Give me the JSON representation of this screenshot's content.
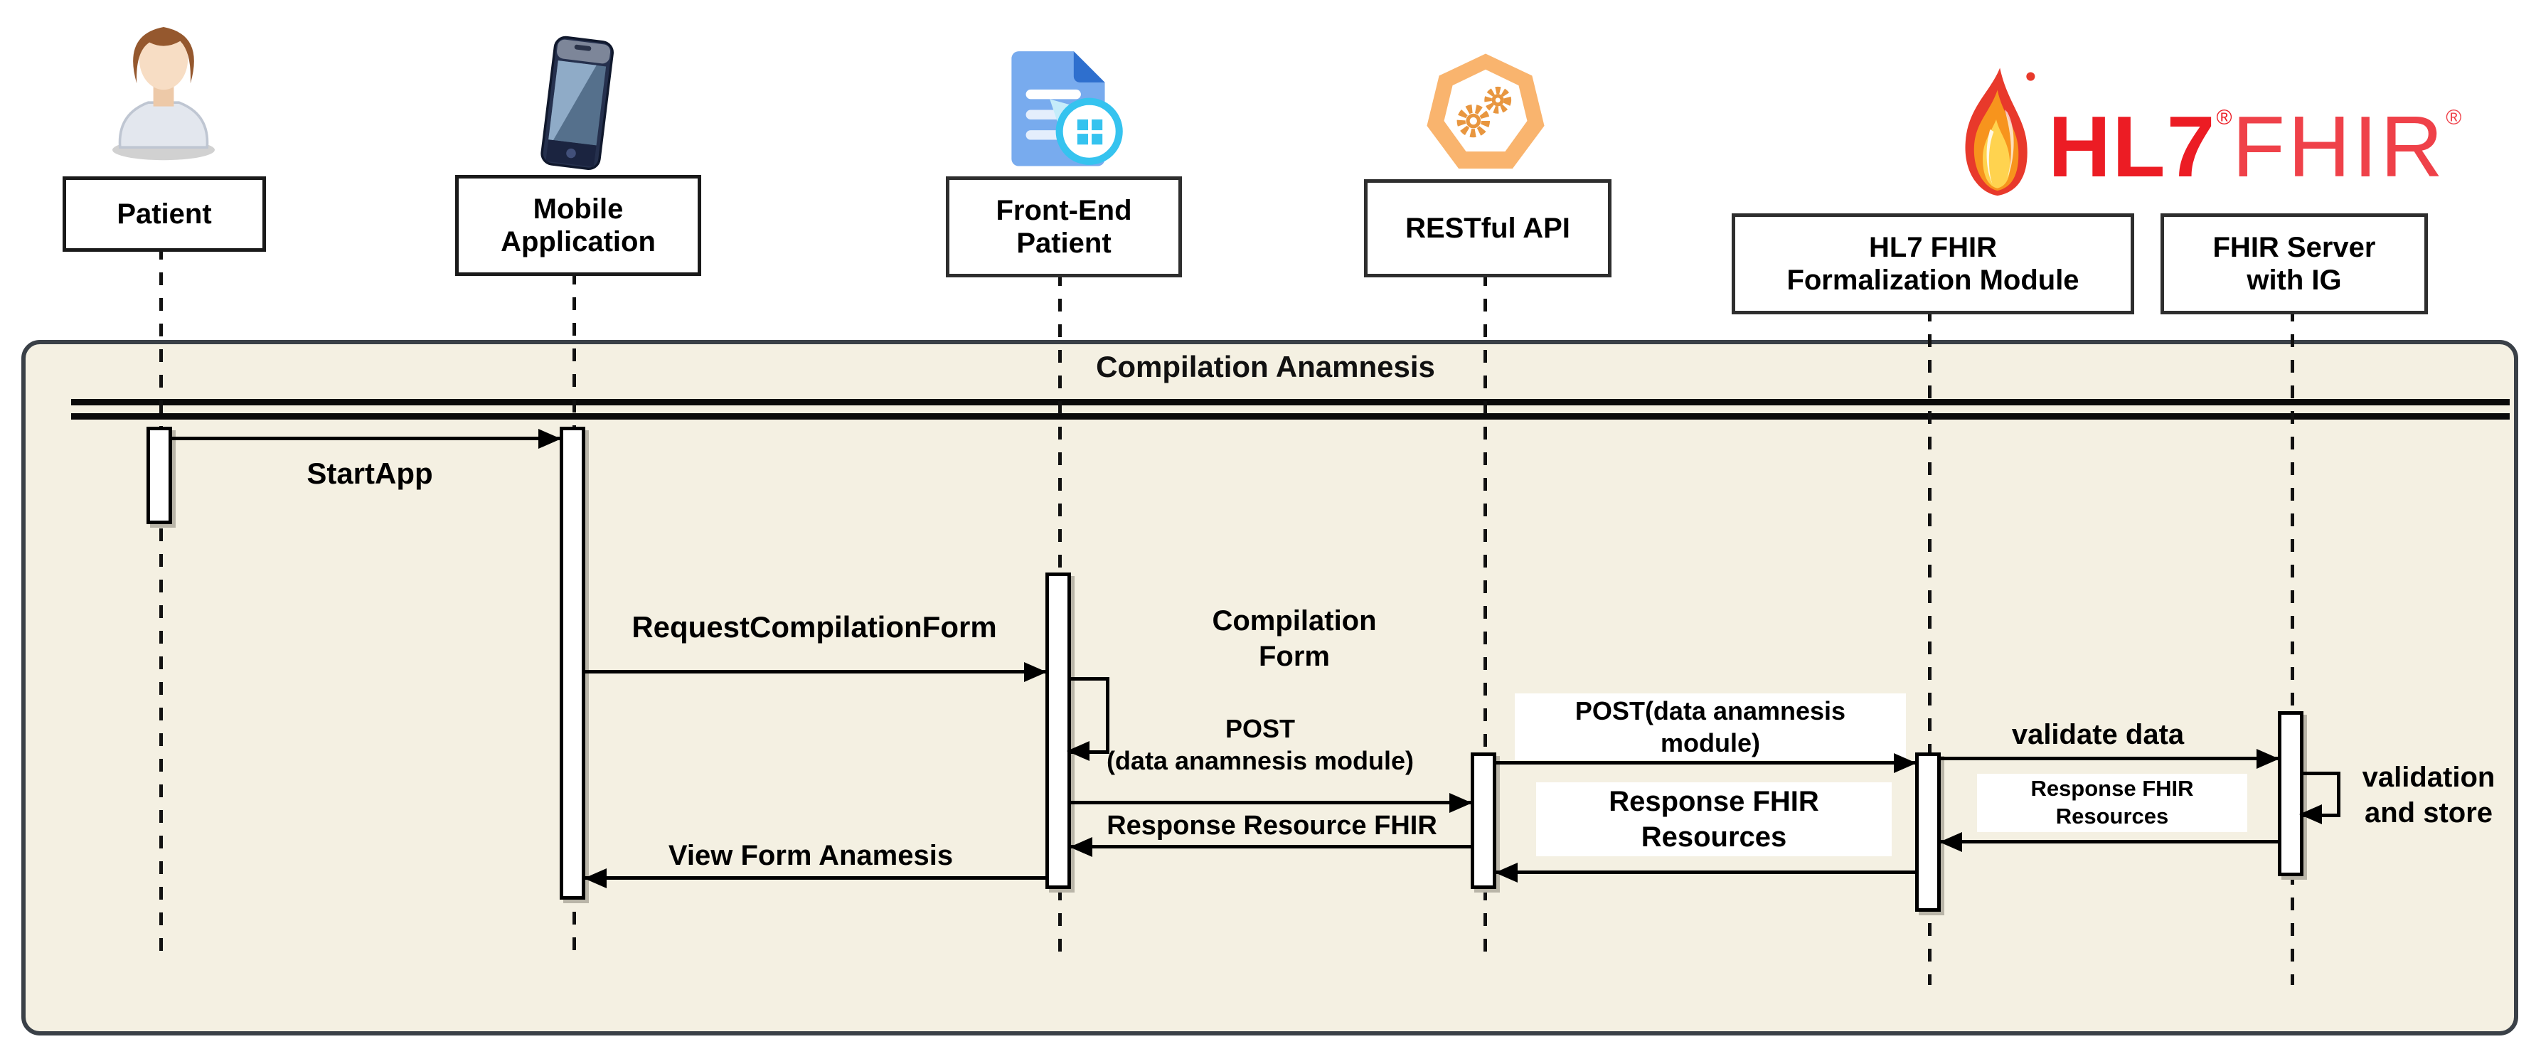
{
  "frame": {
    "title": "Compilation Anamnesis"
  },
  "actors": [
    {
      "id": "patient",
      "label": "Patient",
      "icon": "person-icon"
    },
    {
      "id": "mobile",
      "label": "Mobile\nApplication",
      "icon": "smartphone-icon"
    },
    {
      "id": "frontend",
      "label": "Front-End\nPatient",
      "icon": "document-form-icon"
    },
    {
      "id": "restful",
      "label": "RESTful API",
      "icon": "api-gears-icon"
    },
    {
      "id": "hl7",
      "label": "HL7 FHIR\nFormalization Module",
      "icon": "hl7-fhir-flame-icon"
    },
    {
      "id": "server",
      "label": "FHIR Server\nwith IG",
      "icon": "hl7-fhir-flame-icon"
    }
  ],
  "logo": {
    "hl7": "HL7",
    "fhir": "FHIR",
    "registered": "®"
  },
  "messages": {
    "start_app": "StartApp",
    "request_compilation_form": "RequestCompilationForm",
    "compilation_form": "Compilation\nForm",
    "post_front": "POST\n(data anamnesis module)",
    "post_api": "POST(data anamnesis\nmodule)",
    "validate_data": "validate data",
    "validation_store": "validation\nand store",
    "response_fhir_resources_api": "Response FHIR\nResources",
    "response_fhir_resources_server": "Response FHIR\nResources",
    "response_resource_fhir": "Response Resource FHIR",
    "view_form_anamesis": "View Form Anamesis"
  },
  "colors": {
    "frame_bg": "#f4f0e2",
    "frame_border": "#3a4047",
    "hl7_red": "#ec1c24",
    "fhir_red": "#ef4149",
    "api_orange": "#f9b46e",
    "doc_blue": "#78abee",
    "accent_cyan": "#35c3ef"
  }
}
